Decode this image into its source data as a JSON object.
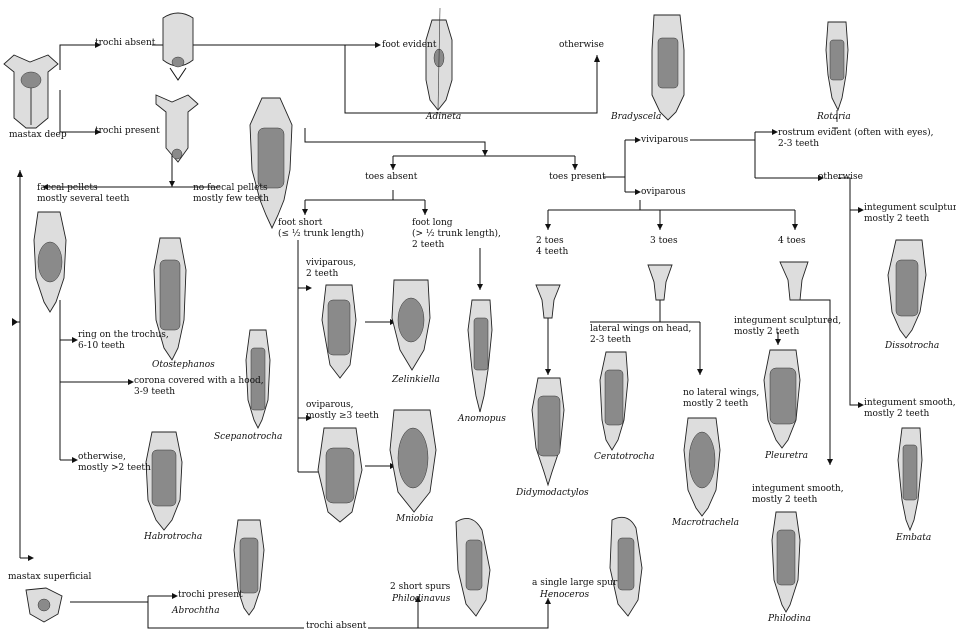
{
  "diagram": {
    "nodes": {
      "mastax_deep": "mastax deep",
      "trochi_absent_top": "trochi absent",
      "trochi_present_top": "trochi present",
      "foot_evident": "foot evident",
      "otherwise_top": "otherwise",
      "faecal_pellets": [
        "faecal pellets",
        "mostly several teeth"
      ],
      "no_faecal_pellets": [
        "no faecal pellets",
        "mostly few teeth"
      ],
      "toes_absent": "toes absent",
      "toes_present": "toes present",
      "viviparous_top": "viviparous",
      "oviparous_top": "oviparous",
      "rostrum_evident": [
        "rostrum evident (often with eyes),",
        "2-3 teeth"
      ],
      "otherwise_rostrum": "otherwise",
      "integ_sculptured_right": [
        "integument  sculptured,",
        "mostly 2 teeth"
      ],
      "integ_smooth_right": [
        "integument smooth,",
        "mostly 2 teeth"
      ],
      "foot_short": [
        "foot short",
        "(≤ ½ trunk length)"
      ],
      "foot_long": [
        "foot long",
        "(> ½ trunk length),",
        "2 teeth"
      ],
      "viviparous_2teeth": [
        "viviparous,",
        "2 teeth"
      ],
      "oviparous_3teeth": [
        "oviparous,",
        "mostly ≥3 teeth"
      ],
      "two_toes": [
        "2 toes",
        "4 teeth"
      ],
      "three_toes": "3 toes",
      "four_toes": "4 toes",
      "lateral_wings": [
        "lateral wings on head,",
        "2-3 teeth"
      ],
      "no_lateral_wings": [
        "no lateral wings,",
        "mostly 2 teeth"
      ],
      "integ_sculptured_mid": [
        "integument  sculptured,",
        "mostly 2 teeth"
      ],
      "integ_smooth_mid": [
        "integument smooth,",
        "mostly 2 teeth"
      ],
      "ring_trochus": [
        "ring on the trochus,",
        "6-10 teeth"
      ],
      "corona_hood": [
        "corona covered with a hood,",
        "3-9 teeth"
      ],
      "otherwise_teeth": [
        "otherwise,",
        "mostly >2 teeth"
      ],
      "mastax_superficial": "mastax superficial",
      "trochi_present_bottom": "trochi present",
      "trochi_absent_bottom": "trochi absent",
      "two_short_spurs": "2 short spurs",
      "single_large_spur": "a single large spur"
    },
    "taxa": {
      "adineta": "Adineta",
      "bradyscela": "Bradyscela",
      "rotaria": "Rotaria",
      "otostephanos": "Otostephanos",
      "scepanotrocha": "Scepanotrocha",
      "habrotrocha": "Habrotrocha",
      "zelinkiella": "Zelinkiella",
      "mniobia": "Mniobia",
      "anomopus": "Anomopus",
      "didymodactylos": "Didymodactylos",
      "ceratotrocha": "Ceratotrocha",
      "macrotrachela": "Macrotrachela",
      "pleuretra": "Pleuretra",
      "philodina": "Philodina",
      "dissotrocha": "Dissotrocha",
      "embata": "Embata",
      "abrochtha": "Abrochtha",
      "philodinavus": "Philodinavus",
      "henoceros": "Henoceros"
    }
  }
}
